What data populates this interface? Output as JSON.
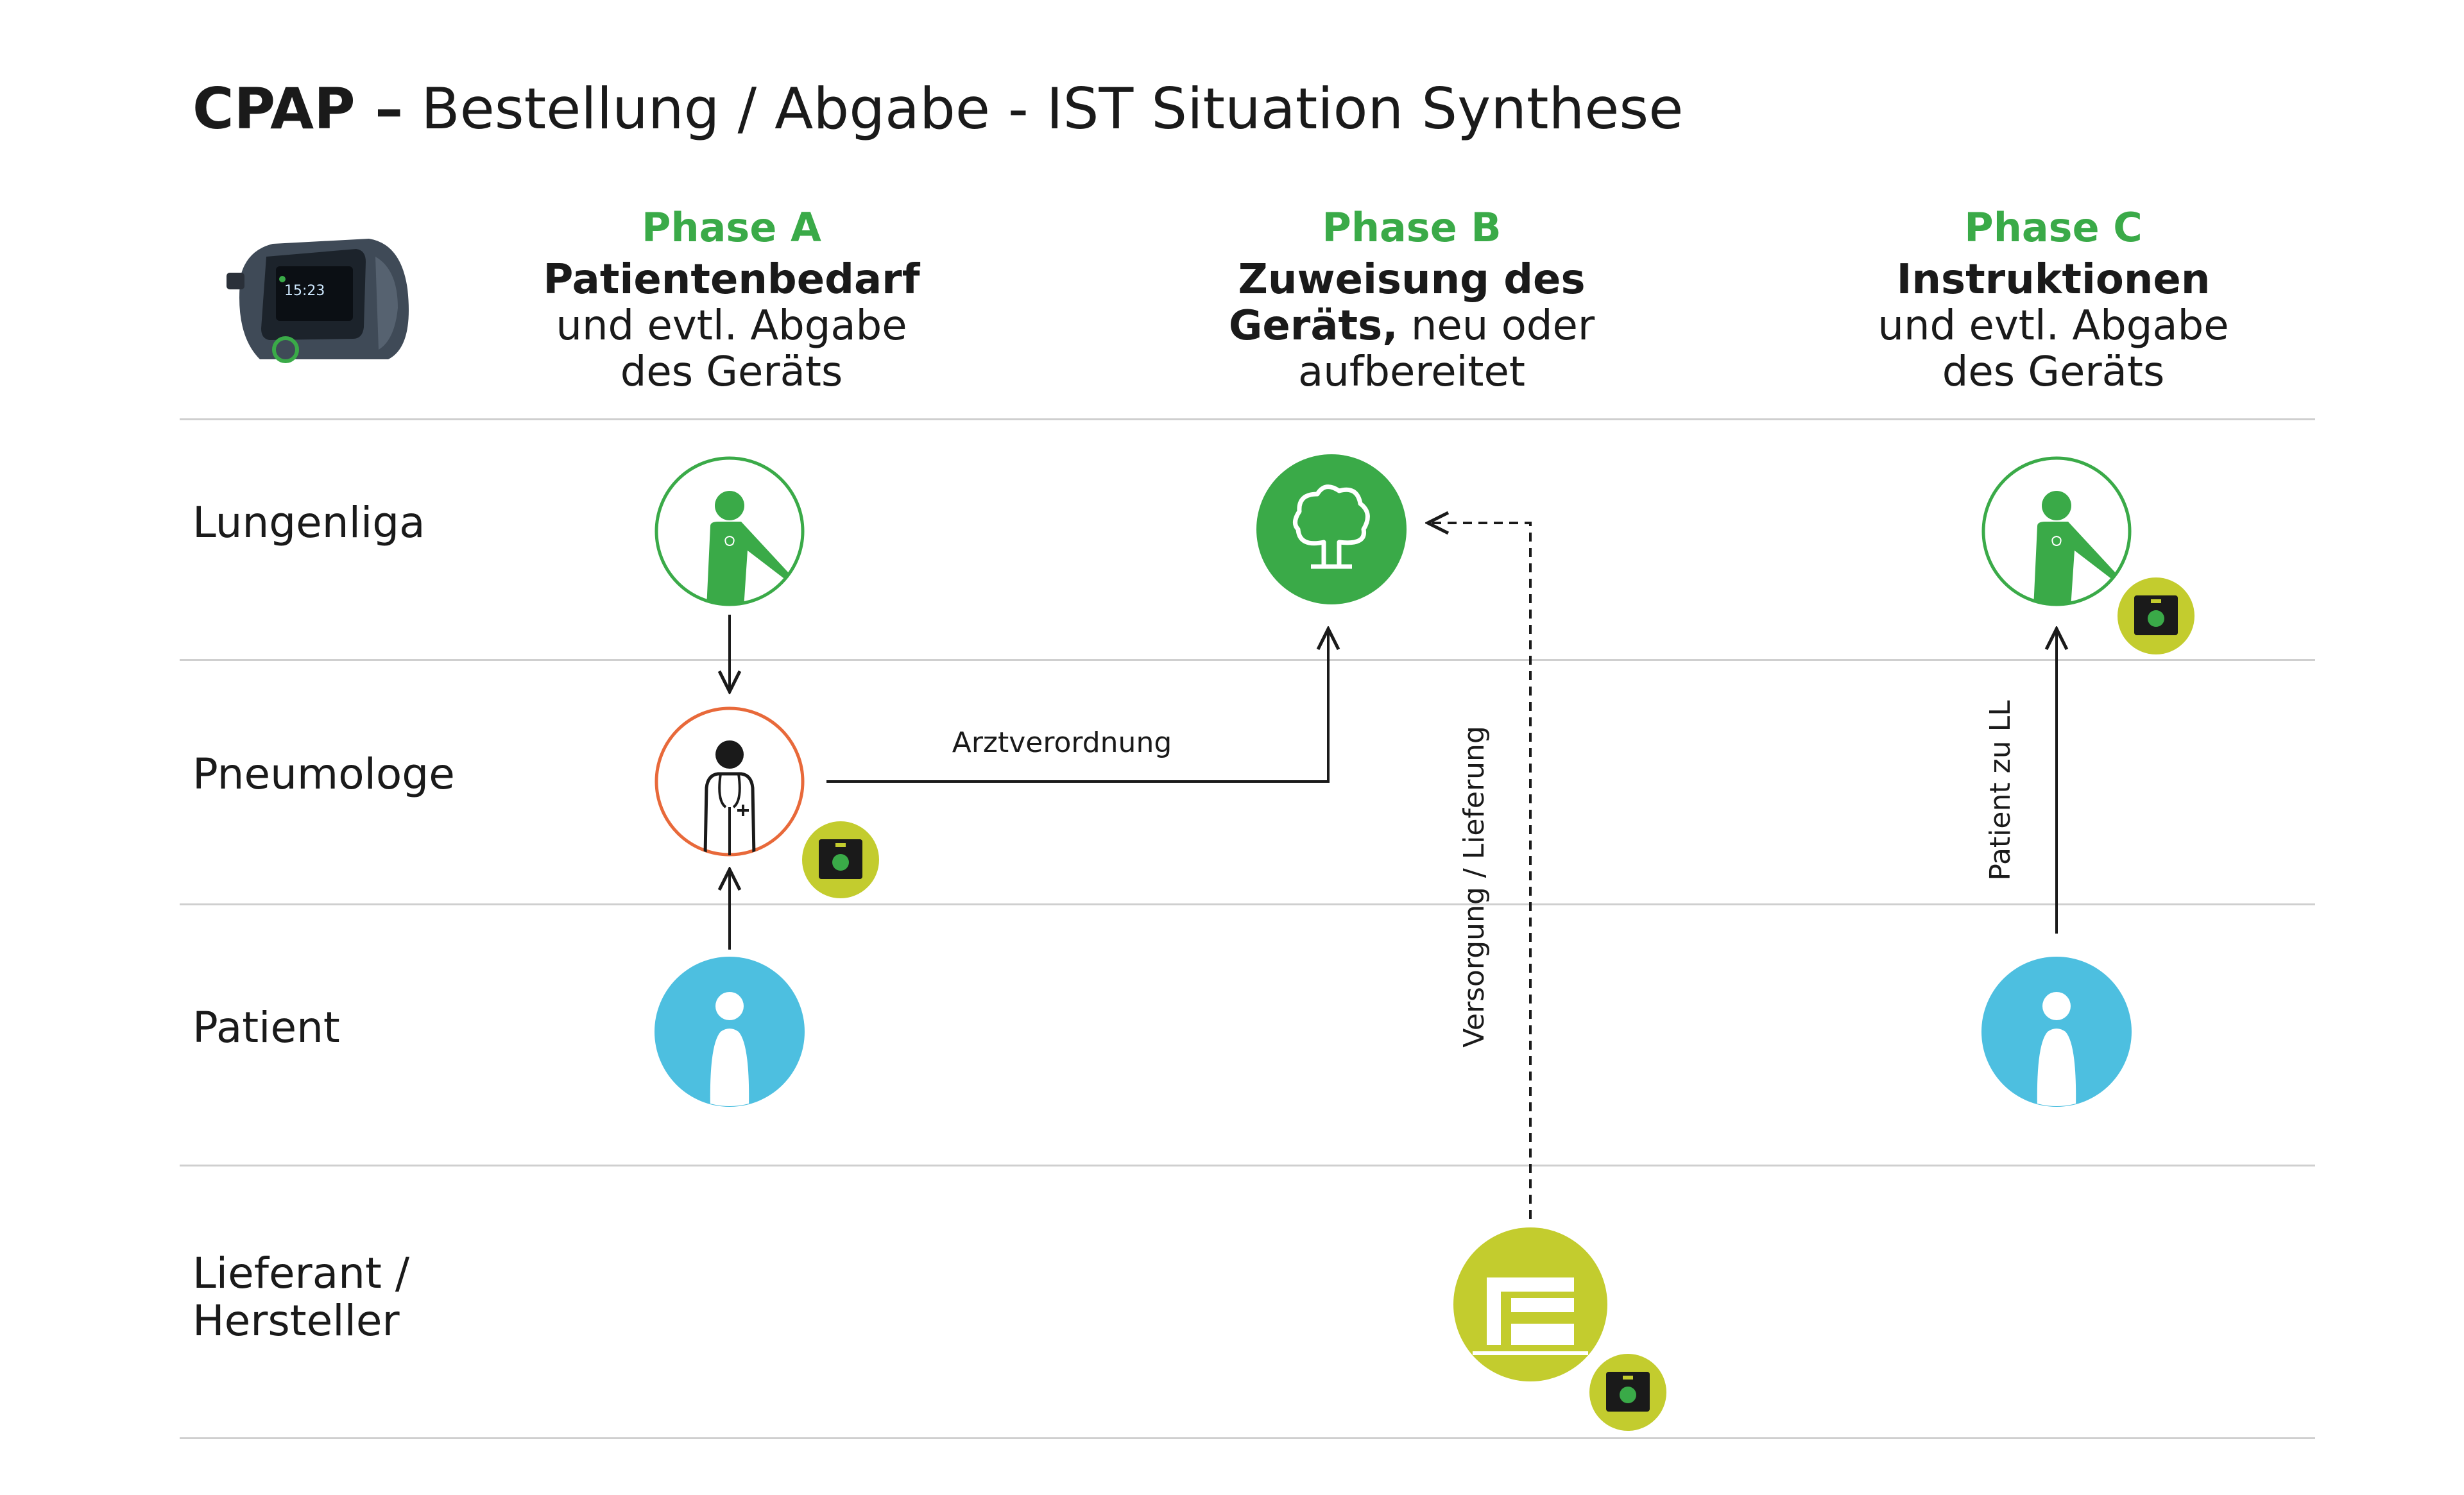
{
  "header": {
    "title_bold": "CPAP –",
    "title_rest": "Bestellung / Abgabe - IST Situation Synthese"
  },
  "phases": [
    {
      "label": "Phase A",
      "line1_bold": "Patientenbedarf",
      "line2": "und evtl. Abgabe",
      "line3": "des Geräts"
    },
    {
      "label": "Phase B",
      "line1_bold": "Zuweisung des",
      "line2_bold": "Geräts,",
      "line2_rest": " neu oder",
      "line3": "aufbereitet"
    },
    {
      "label": "Phase C",
      "line1_bold": "Instruktionen",
      "line2": "und evtl. Abgabe",
      "line3": "des Geräts"
    }
  ],
  "lanes": {
    "lungenliga": "Lungenliga",
    "pneumologe": "Pneumologe",
    "patient": "Patient",
    "lieferant_line1": "Lieferant /",
    "lieferant_line2": "Hersteller"
  },
  "flow_labels": {
    "arztverordnung": "Arztverordnung",
    "versorgung": "Versorgung / Lieferung",
    "patient_zu_ll": "Patient zu LL"
  },
  "device_screen_time": "15:23",
  "colors": {
    "green": "#3aaa48",
    "orange": "#e8693a",
    "blue": "#4dbfe0",
    "lime": "#c3cc2e",
    "rule": "#cfcfcf"
  },
  "icons": [
    "cpap-device-icon",
    "consultant-icon",
    "tree-icon",
    "doctor-icon",
    "patient-icon",
    "supplier-building-icon",
    "device-box-icon"
  ]
}
